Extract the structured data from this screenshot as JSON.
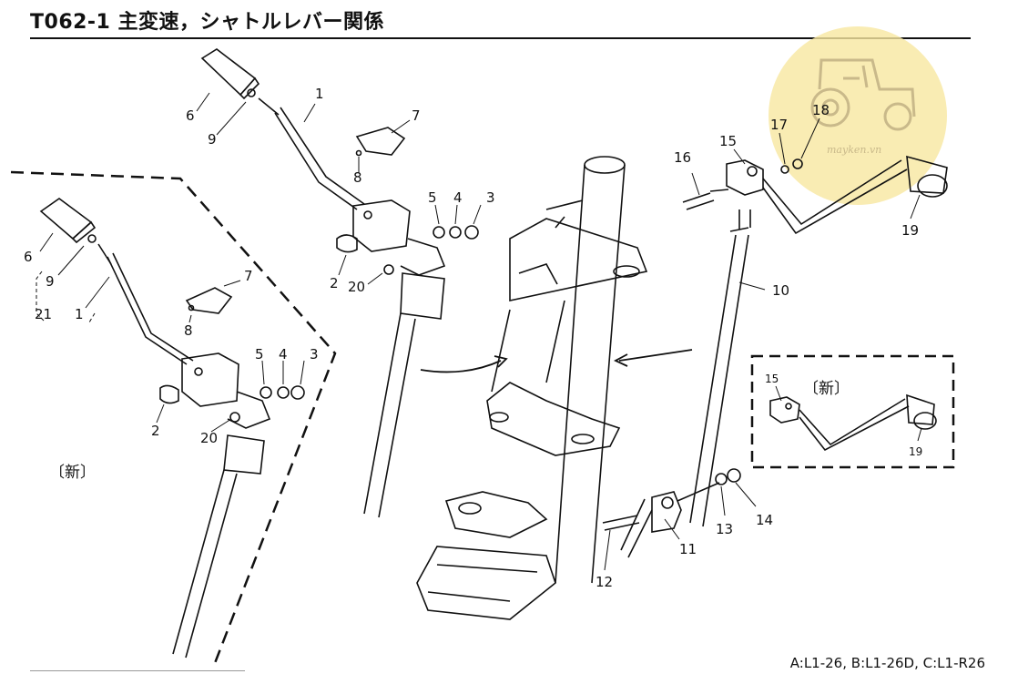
{
  "header": {
    "title": "T062-1 主変速，シャトルレバー関係"
  },
  "footer": {
    "variants": [
      {
        "code": "A",
        "text": "L1-26"
      },
      {
        "code": "B",
        "text": "L1-26D"
      },
      {
        "code": "C",
        "text": "L1-R26"
      }
    ]
  },
  "watermark": {
    "text": "mayken.vn",
    "color": "#f7e7a0"
  },
  "callouts": {
    "left": [
      {
        "id": "L6",
        "num": "6"
      },
      {
        "id": "L9",
        "num": "9"
      },
      {
        "id": "L21",
        "num": "21"
      },
      {
        "id": "L1",
        "num": "1"
      },
      {
        "id": "L7",
        "num": "7"
      },
      {
        "id": "L8",
        "num": "8"
      },
      {
        "id": "L5",
        "num": "5"
      },
      {
        "id": "L4",
        "num": "4"
      },
      {
        "id": "L3",
        "num": "3"
      },
      {
        "id": "L2",
        "num": "2"
      },
      {
        "id": "L20",
        "num": "20"
      }
    ],
    "center": [
      {
        "id": "C6",
        "num": "6"
      },
      {
        "id": "C9",
        "num": "9"
      },
      {
        "id": "C1",
        "num": "1"
      },
      {
        "id": "C7",
        "num": "7"
      },
      {
        "id": "C8",
        "num": "8"
      },
      {
        "id": "C5",
        "num": "5"
      },
      {
        "id": "C4",
        "num": "4"
      },
      {
        "id": "C3",
        "num": "3"
      },
      {
        "id": "C2",
        "num": "2"
      },
      {
        "id": "C20",
        "num": "20"
      }
    ],
    "right": [
      {
        "id": "R16",
        "num": "16"
      },
      {
        "id": "R15",
        "num": "15"
      },
      {
        "id": "R17",
        "num": "17"
      },
      {
        "id": "R18",
        "num": "18"
      },
      {
        "id": "R19",
        "num": "19"
      },
      {
        "id": "R10",
        "num": "10"
      },
      {
        "id": "R12",
        "num": "12"
      },
      {
        "id": "R11",
        "num": "11"
      },
      {
        "id": "R13",
        "num": "13"
      },
      {
        "id": "R14",
        "num": "14"
      },
      {
        "id": "I15",
        "num": "15"
      },
      {
        "id": "I19",
        "num": "19"
      }
    ]
  },
  "new_labels": {
    "left": "〔新〕",
    "inset": "〔新〕"
  }
}
